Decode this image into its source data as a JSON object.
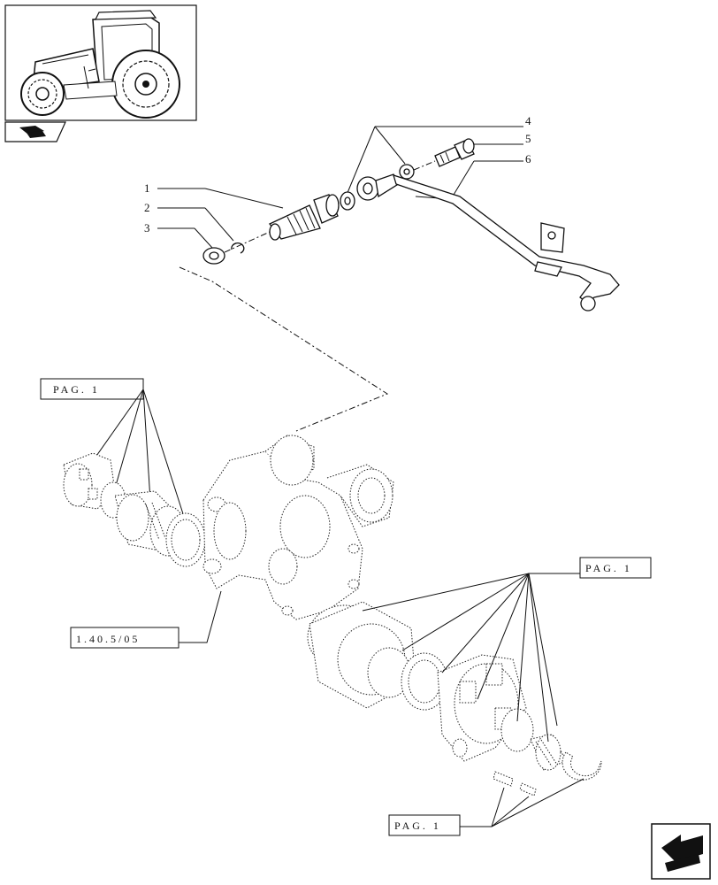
{
  "callouts": [
    {
      "num": "1"
    },
    {
      "num": "2"
    },
    {
      "num": "3"
    },
    {
      "num": "4"
    },
    {
      "num": "5"
    },
    {
      "num": "6"
    }
  ],
  "refs": {
    "pag_left": "PAG. 1",
    "pag_right": "PAG. 1",
    "pag_bottom": "PAG. 1",
    "section": "1.40.5/05"
  },
  "icons": {
    "thumbnail": "tractor-thumbnail-icon",
    "book": "book-icon",
    "nav": "next-page-arrow-icon"
  }
}
